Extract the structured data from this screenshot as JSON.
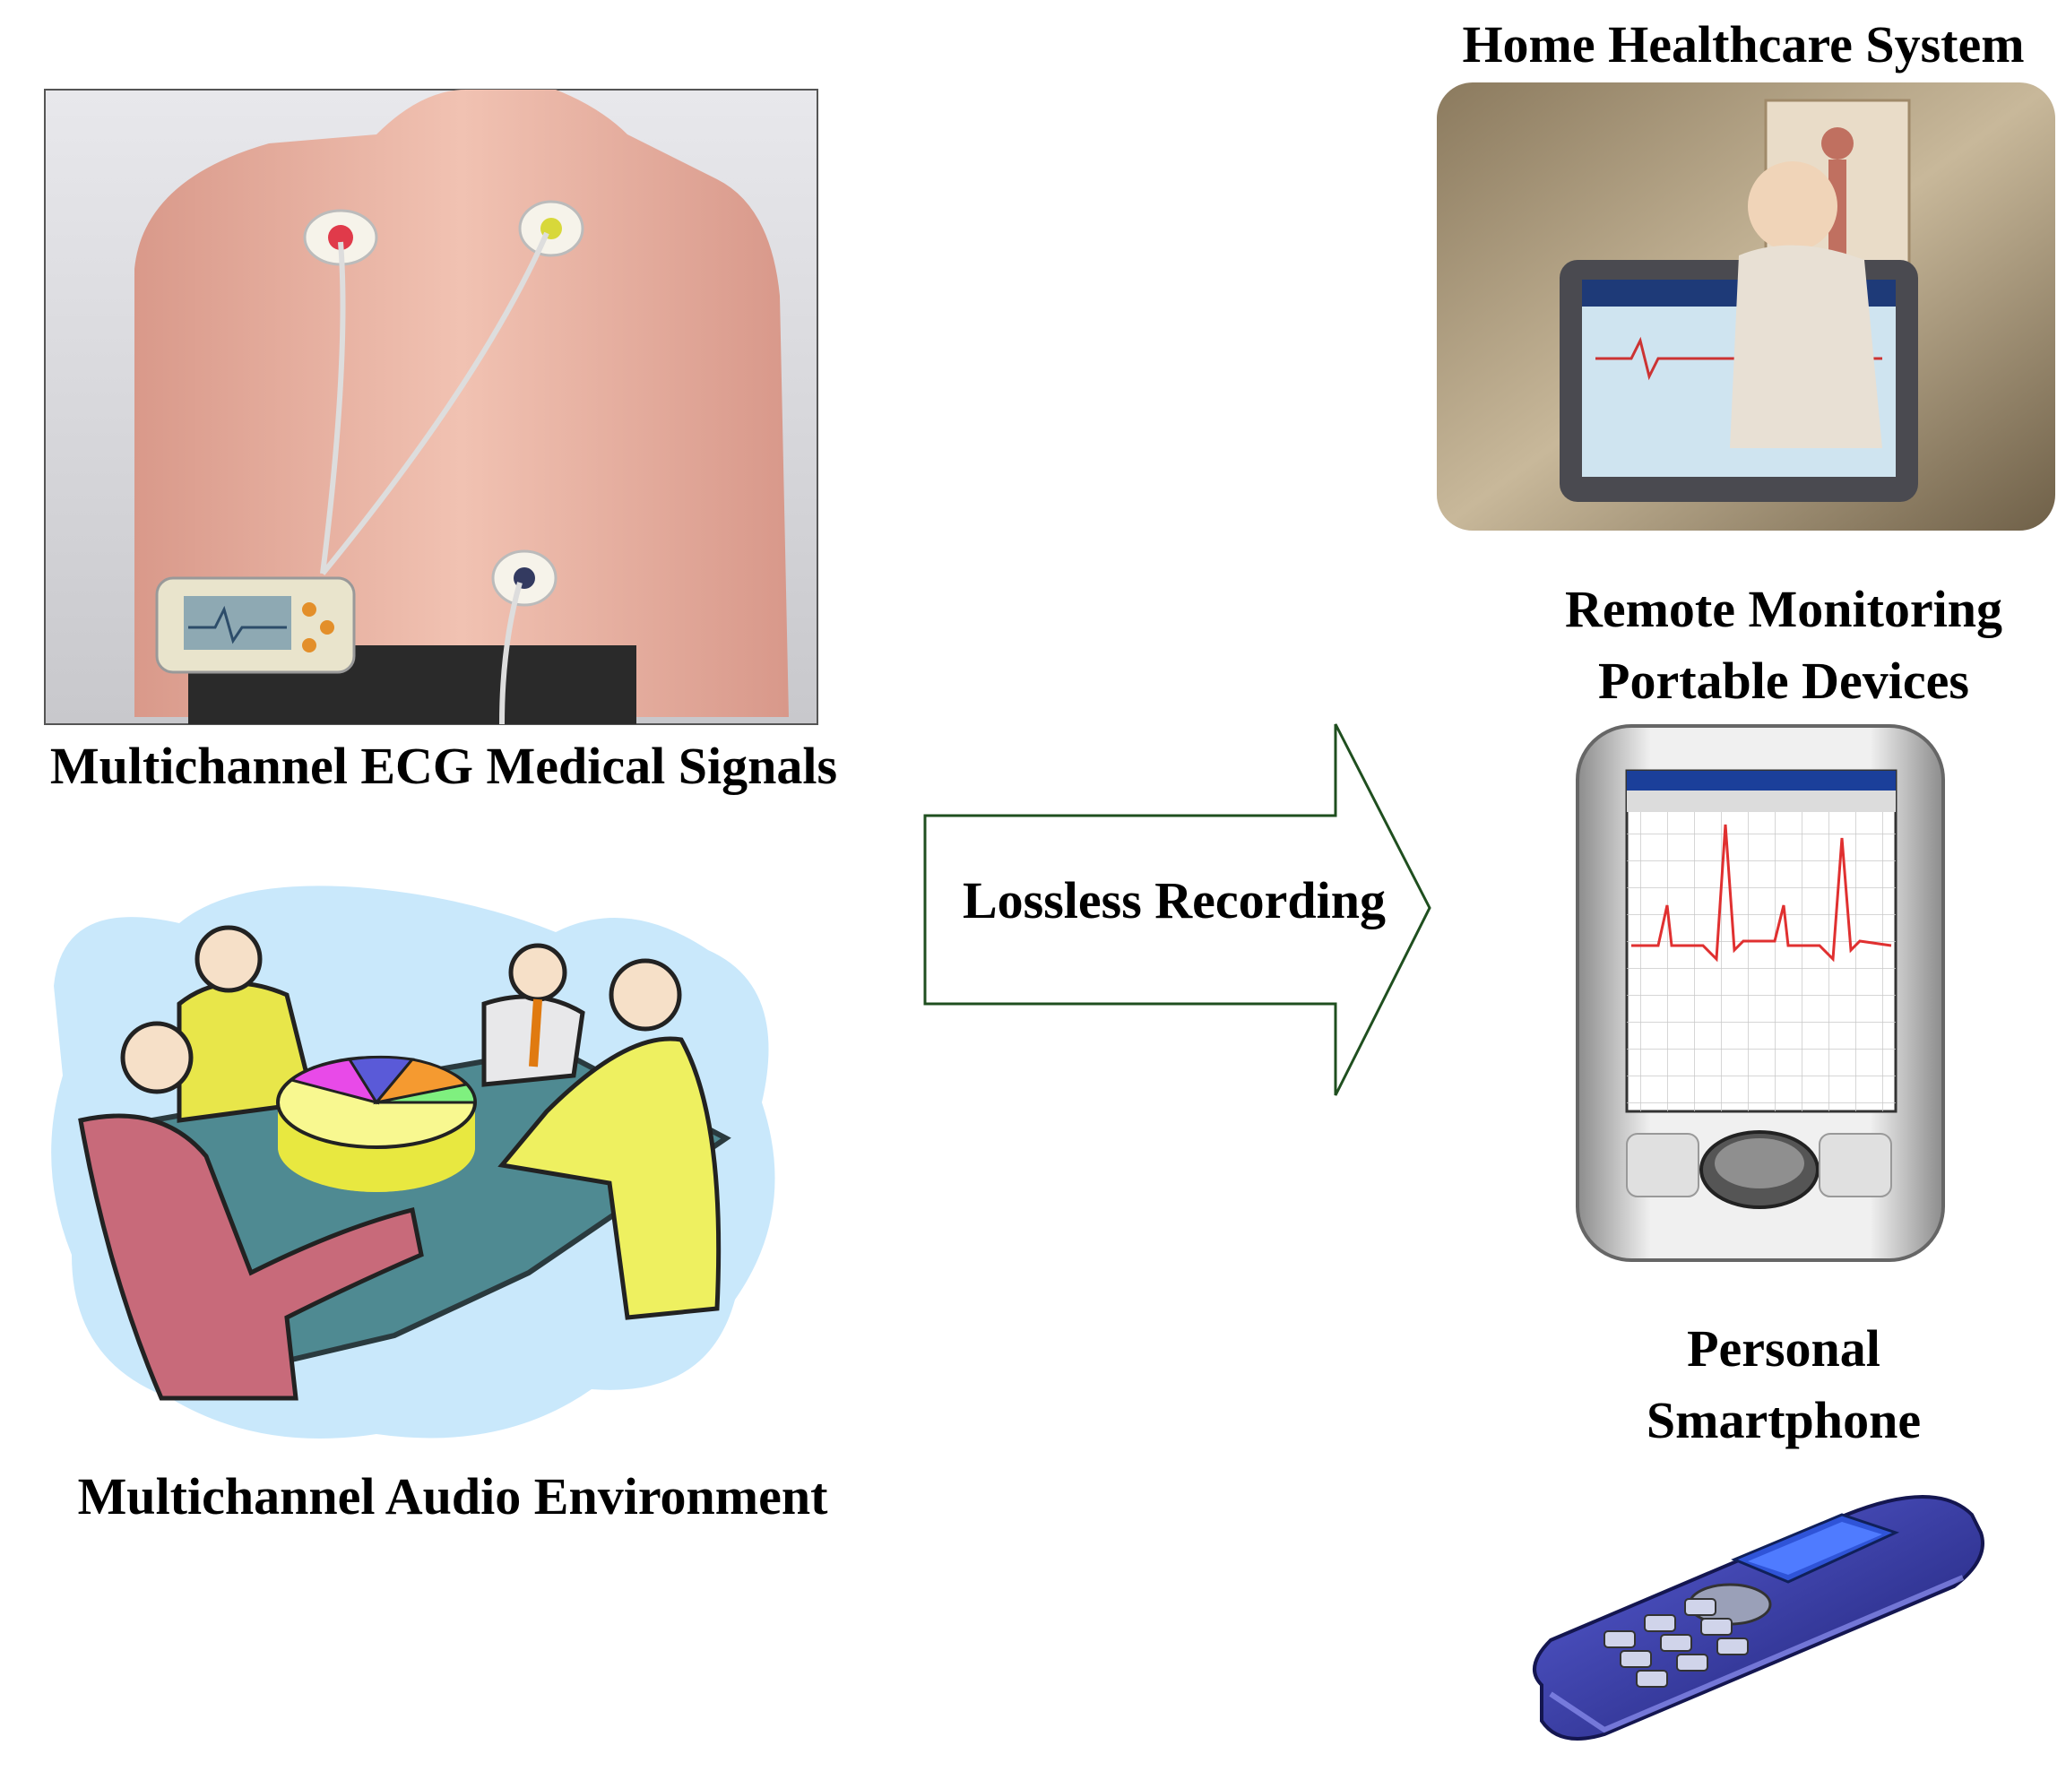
{
  "labels": {
    "ecg": "Multichannel ECG Medical Signals",
    "audio": "Multichannel Audio Environment",
    "arrow": "Lossless Recording",
    "home": "Home Healthcare System",
    "remote_line1": "Remote Monitoring",
    "remote_line2": "Portable Devices",
    "phone_line1": "Personal",
    "phone_line2": "Smartphone"
  },
  "colors": {
    "arrow_stroke": "#1f4f1f",
    "pda_trace": "#e03030",
    "phone_body": "#2c2f9a",
    "meeting_backdrop": "#c9e8fb",
    "table": "#4f8a92"
  },
  "icons": {
    "ecg_image": "ecg-patient-image",
    "audio_image": "meeting-clipart-image",
    "home_image": "home-healthcare-image",
    "pda_image": "pda-device-image",
    "phone_image": "smartphone-image"
  }
}
